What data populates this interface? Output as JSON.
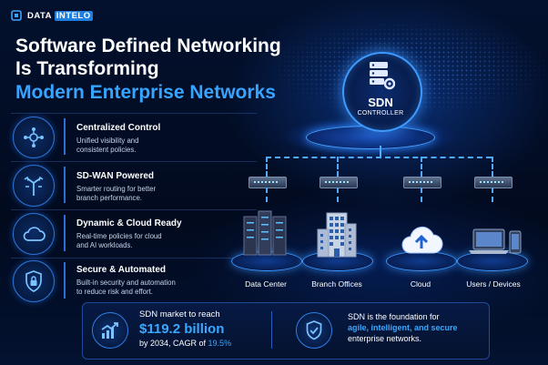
{
  "brand": {
    "name_part1": "DATA",
    "name_part2": "INTELO"
  },
  "headline": {
    "line1": "Software Defined Networking",
    "line2": "Is Transforming",
    "line3": "Modern Enterprise Networks"
  },
  "features": [
    {
      "icon": "hub-nodes-icon",
      "title": "Centralized Control",
      "desc1": "Unified visibility and",
      "desc2": "consistent policies."
    },
    {
      "icon": "routing-arrows-icon",
      "title": "SD-WAN Powered",
      "desc1": "Smarter routing for better",
      "desc2": "branch performance."
    },
    {
      "icon": "cloud-icon",
      "title": "Dynamic & Cloud Ready",
      "desc1": "Real-time policies for cloud",
      "desc2": "and AI workloads."
    },
    {
      "icon": "shield-lock-icon",
      "title": "Secure & Automated",
      "desc1": "Built-in security and automation",
      "desc2": "to reduce risk and effort."
    }
  ],
  "controller": {
    "title": "SDN",
    "subtitle": "CONTROLLER",
    "icon": "server-gear-icon"
  },
  "nodes": [
    {
      "label": "Data Center",
      "icon": "server-racks-icon"
    },
    {
      "label": "Branch Offices",
      "icon": "office-building-icon"
    },
    {
      "label": "Cloud",
      "icon": "cloud-upload-icon"
    },
    {
      "label": "Users / Devices",
      "icon": "laptop-phone-icon"
    }
  ],
  "stats": {
    "icon": "growth-chart-icon",
    "line1": "SDN market to reach",
    "value": "$119.2 billion",
    "line3_prefix": "by 2034, CAGR of ",
    "cagr": "19.5%"
  },
  "foundation": {
    "icon": "shield-check-icon",
    "line1": "SDN is the foundation for",
    "line2": "agile, intelligent, and secure",
    "line3": "enterprise networks."
  },
  "colors": {
    "accent": "#37a4ff",
    "background": "#020b1f",
    "line": "#4fa9ff"
  }
}
